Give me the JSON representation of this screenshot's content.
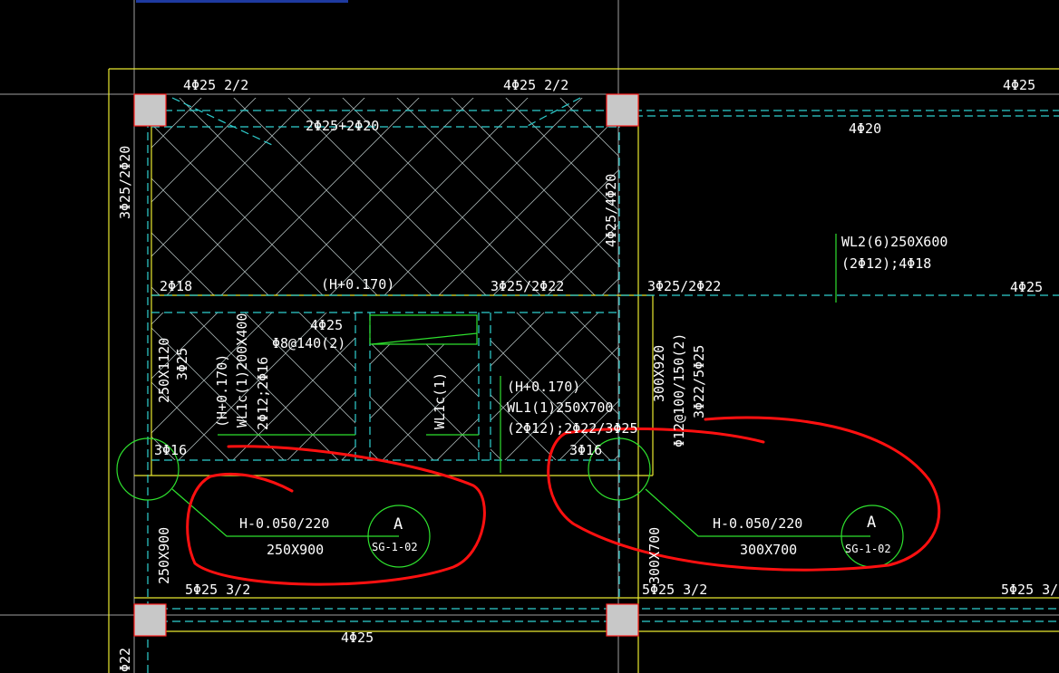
{
  "drawing": {
    "top_rebar": {
      "left": "4Φ25  2/2",
      "mid": "4Φ25  2/2",
      "right": "4Φ25"
    },
    "top_add": {
      "left": "2Φ25+2Φ20",
      "right": "4Φ20"
    },
    "left_vertical": "3Φ25/2Φ20",
    "mid_vertical": "4Φ25/4Φ20",
    "wl2": {
      "line1": "WL2(6)250X600",
      "line2": "(2Φ12);4Φ18"
    },
    "mid_row": {
      "left": "2Φ18",
      "elev": "(H+0.170)",
      "center": "3Φ25/2Φ22",
      "right": "3Φ25/2Φ22",
      "far_right": "4Φ25"
    },
    "stirrup_note": {
      "line1": "4Φ25",
      "line2": "Φ8@140(2)"
    },
    "left_beam_v": {
      "line1": "250X1120",
      "line2": "3Φ25"
    },
    "wl1c_v": {
      "line1": "(H+0.170)",
      "line2": "WL1c(1)200X400",
      "line3": "2Φ12;2Φ16"
    },
    "wl1c_small": "WL1c(1)",
    "wl1": {
      "line1": "(H+0.170)",
      "line2": "WL1(1)250X700",
      "line3": "(2Φ12);2Φ22/3Φ25"
    },
    "right_beam_v": {
      "line1": "300X920",
      "line2": "Φ12@100/150(2)",
      "line3": "3Φ22/5Φ25"
    },
    "bot_left": "3Φ16",
    "bot_mid": "3Φ16",
    "tag_left": {
      "elev": "H-0.050/220",
      "size": "250X900",
      "letter": "A",
      "ref": "SG-1-02"
    },
    "tag_right": {
      "elev": "H-0.050/220",
      "size": "300X700",
      "letter": "A",
      "ref": "SG-1-02"
    },
    "col_left_size": "250X900",
    "col_right_size": "300X700",
    "bottom_rebar": {
      "left": "5Φ25  3/2",
      "mid": "5Φ25  3/2",
      "right": "5Φ25  3/"
    },
    "bottom_add": "4Φ25",
    "bottom_left_partial": "Φ22"
  },
  "colors": {
    "background": "#000000",
    "text": "#ffffff",
    "beam_outline": "#e8e830",
    "rebar": "#2fd0d0",
    "leader": "#2ee02e",
    "markup": "#ff1010"
  }
}
